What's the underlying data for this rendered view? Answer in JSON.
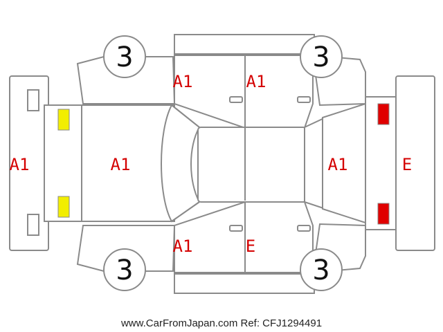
{
  "colors": {
    "outline": "#8a8a8a",
    "code_text": "#d40000",
    "yellow_marker": "#f2ee00",
    "red_marker": "#e00000"
  },
  "tires": {
    "front_left": "3",
    "rear_left": "3",
    "front_right": "3",
    "rear_right": "3"
  },
  "damage_codes": {
    "front_bumper": "A1",
    "hood": "A1",
    "upper_front_door": "A1",
    "upper_rear_door": "A1",
    "lower_front_door": "A1",
    "lower_rear_door": "E",
    "trunk": "A1",
    "rear_bumper": "E"
  },
  "markers": {
    "headlights": "yellow-marker",
    "taillights": "red-marker"
  },
  "footer": {
    "source": "www.CarFromJapan.com Ref: CFJ1294491"
  }
}
